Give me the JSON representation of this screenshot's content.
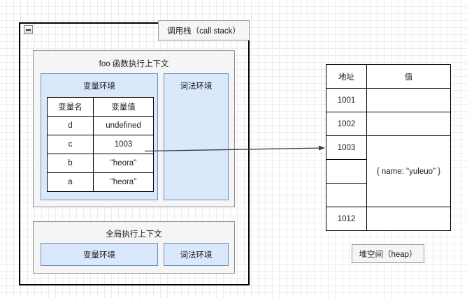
{
  "diagram": {
    "callstack": {
      "label": "调用栈（call stack）",
      "collapse_icon": "minus-icon"
    },
    "foo_context": {
      "title": "foo 函数执行上下文",
      "variable_environment": {
        "title": "变量环境",
        "table": {
          "headers": [
            "变量名",
            "变量值"
          ],
          "rows": [
            [
              "d",
              "undefined"
            ],
            [
              "c",
              "1003"
            ],
            [
              "b",
              "\"heora\""
            ],
            [
              "a",
              "\"heora\""
            ]
          ]
        }
      },
      "lexical_environment": {
        "title": "词法环境"
      }
    },
    "global_context": {
      "title": "全局执行上下文",
      "variable_environment": {
        "title": "变量环境"
      },
      "lexical_environment": {
        "title": "词法环境"
      }
    },
    "heap": {
      "label": "堆空间（heap）",
      "table": {
        "headers": [
          "地址",
          "值"
        ],
        "rows": [
          {
            "address": "1001",
            "value": ""
          },
          {
            "address": "1002",
            "value": ""
          },
          {
            "address": "1003",
            "value": "{ name: \"yuleuo\" }",
            "value_rowspan": 3
          },
          {
            "address": "",
            "value": null
          },
          {
            "address": "",
            "value": null
          },
          {
            "address": "1012",
            "value": ""
          }
        ]
      }
    },
    "arrow": {
      "from": "foo variable c value cell",
      "to": "heap address 1003 row"
    },
    "colors": {
      "env_fill": "#dae8fc",
      "env_border": "#6c8ebf",
      "panel_fill": "#f5f5f5",
      "panel_border": "#8f8f8f",
      "container_border": "#000000",
      "arrow": "#4d4d4d",
      "grid_minor": "#ededed",
      "grid_major": "#d9d9d9"
    }
  }
}
